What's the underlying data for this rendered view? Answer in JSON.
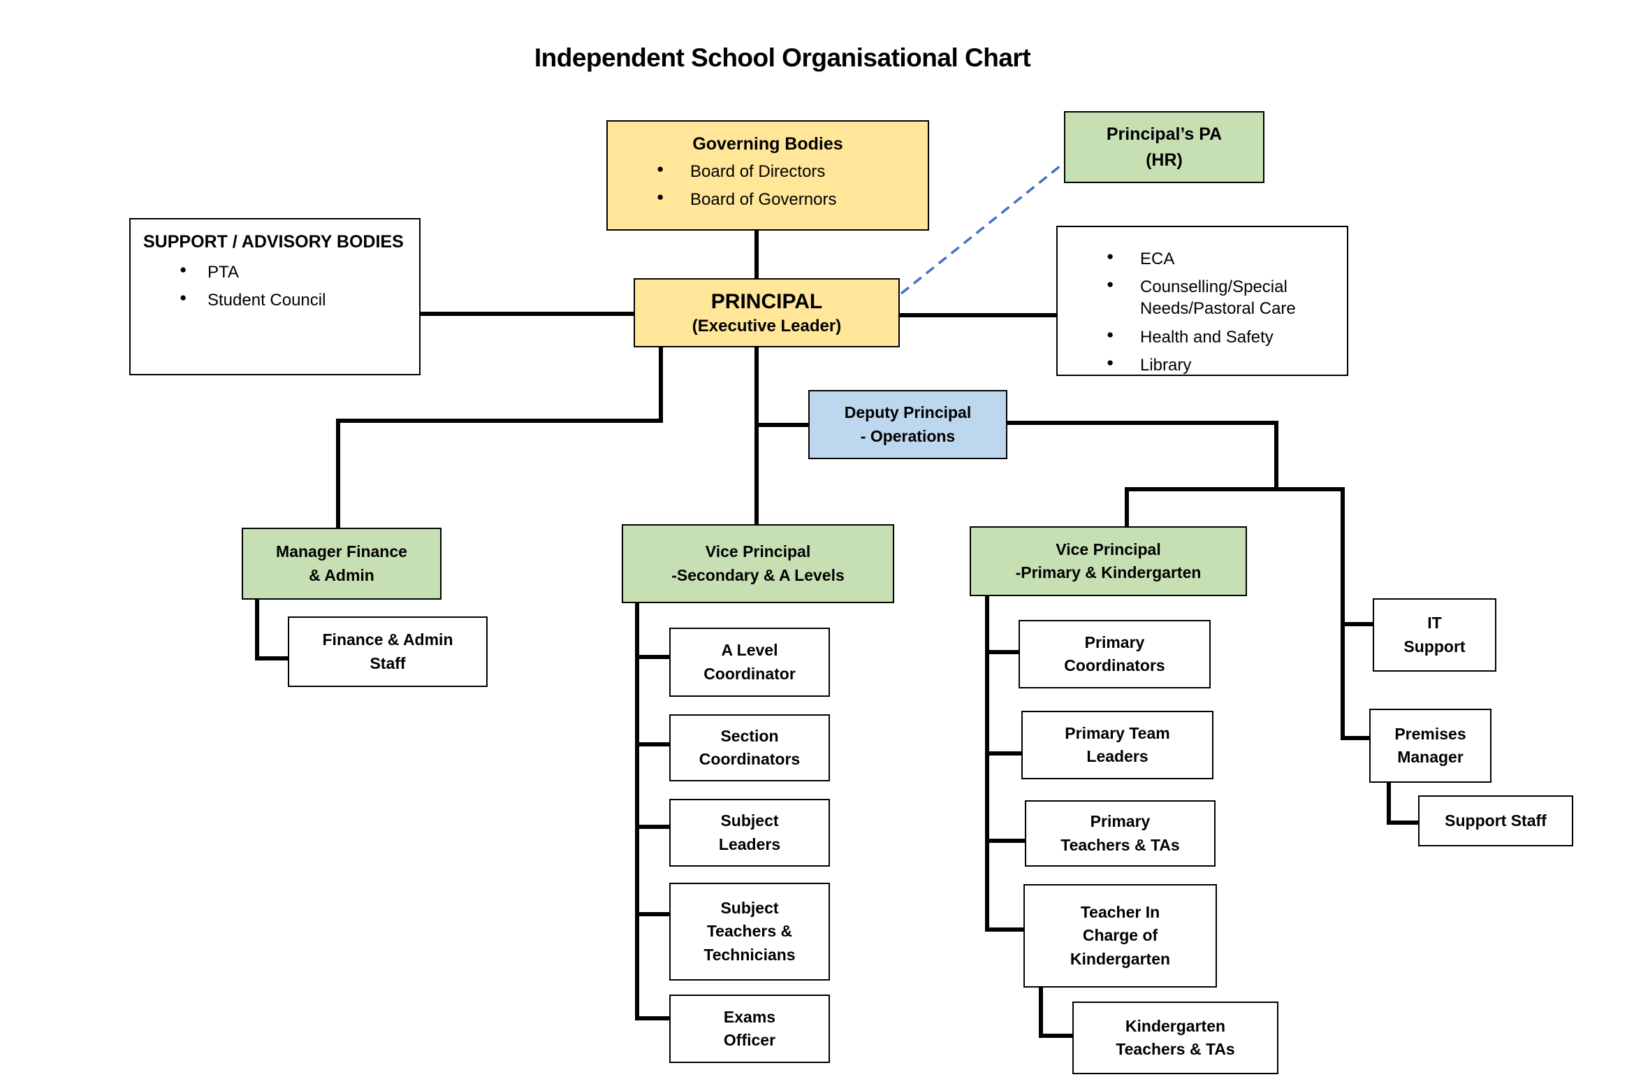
{
  "title": "Independent School Organisational Chart",
  "colors": {
    "node_yellow": "#FFE699",
    "node_green": "#C6E0B4",
    "node_blue": "#BDD7EE",
    "connector_line": "#000000",
    "dashed_line": "#4472C4"
  },
  "nodes": {
    "governing_bodies": {
      "title": "Governing Bodies",
      "bullets": [
        "Board of Directors",
        "Board of Governors"
      ]
    },
    "principals_pa": {
      "line1": "Principal’s PA",
      "line2": "(HR)"
    },
    "support_advisory": {
      "title": "SUPPORT / ADVISORY BODIES",
      "bullets": [
        "PTA",
        "Student Council"
      ]
    },
    "principal": {
      "line1": "PRINCIPAL",
      "line2": "(Executive Leader)"
    },
    "eca": {
      "bullets": [
        "ECA",
        "Counselling/Special Needs/Pastoral Care",
        "Health and Safety",
        "Library"
      ]
    },
    "deputy_principal": {
      "line1": "Deputy Principal",
      "line2": "- Operations"
    },
    "manager_finance": {
      "line1": "Manager Finance",
      "line2": "& Admin"
    },
    "finance_admin_staff": {
      "line1": "Finance & Admin",
      "line2": "Staff"
    },
    "vp_secondary": {
      "line1": "Vice Principal",
      "line2": "-Secondary & A Levels"
    },
    "vp_primary": {
      "line1": "Vice Principal",
      "line2": "-Primary & Kindergarten"
    },
    "a_level_coordinator": {
      "line1": "A Level",
      "line2": "Coordinator"
    },
    "section_coordinators": {
      "line1": "Section",
      "line2": "Coordinators"
    },
    "subject_leaders": {
      "line1": "Subject",
      "line2": "Leaders"
    },
    "subject_teachers": {
      "line1": "Subject",
      "line2": "Teachers &",
      "line3": "Technicians"
    },
    "exams_officer": {
      "line1": "Exams",
      "line2": "Officer"
    },
    "primary_coordinators": {
      "line1": "Primary",
      "line2": "Coordinators"
    },
    "primary_team_leaders": {
      "line1": "Primary Team",
      "line2": "Leaders"
    },
    "primary_teachers": {
      "line1": "Primary",
      "line2": "Teachers & TAs"
    },
    "teacher_in_charge": {
      "line1": "Teacher In",
      "line2": "Charge of",
      "line3": "Kindergarten"
    },
    "kindergarten_teachers": {
      "line1": "Kindergarten",
      "line2": "Teachers & TAs"
    },
    "it_support": {
      "line1": "IT",
      "line2": "Support"
    },
    "premises_manager": {
      "line1": "Premises",
      "line2": "Manager"
    },
    "support_staff": {
      "line1": "Support Staff"
    }
  }
}
